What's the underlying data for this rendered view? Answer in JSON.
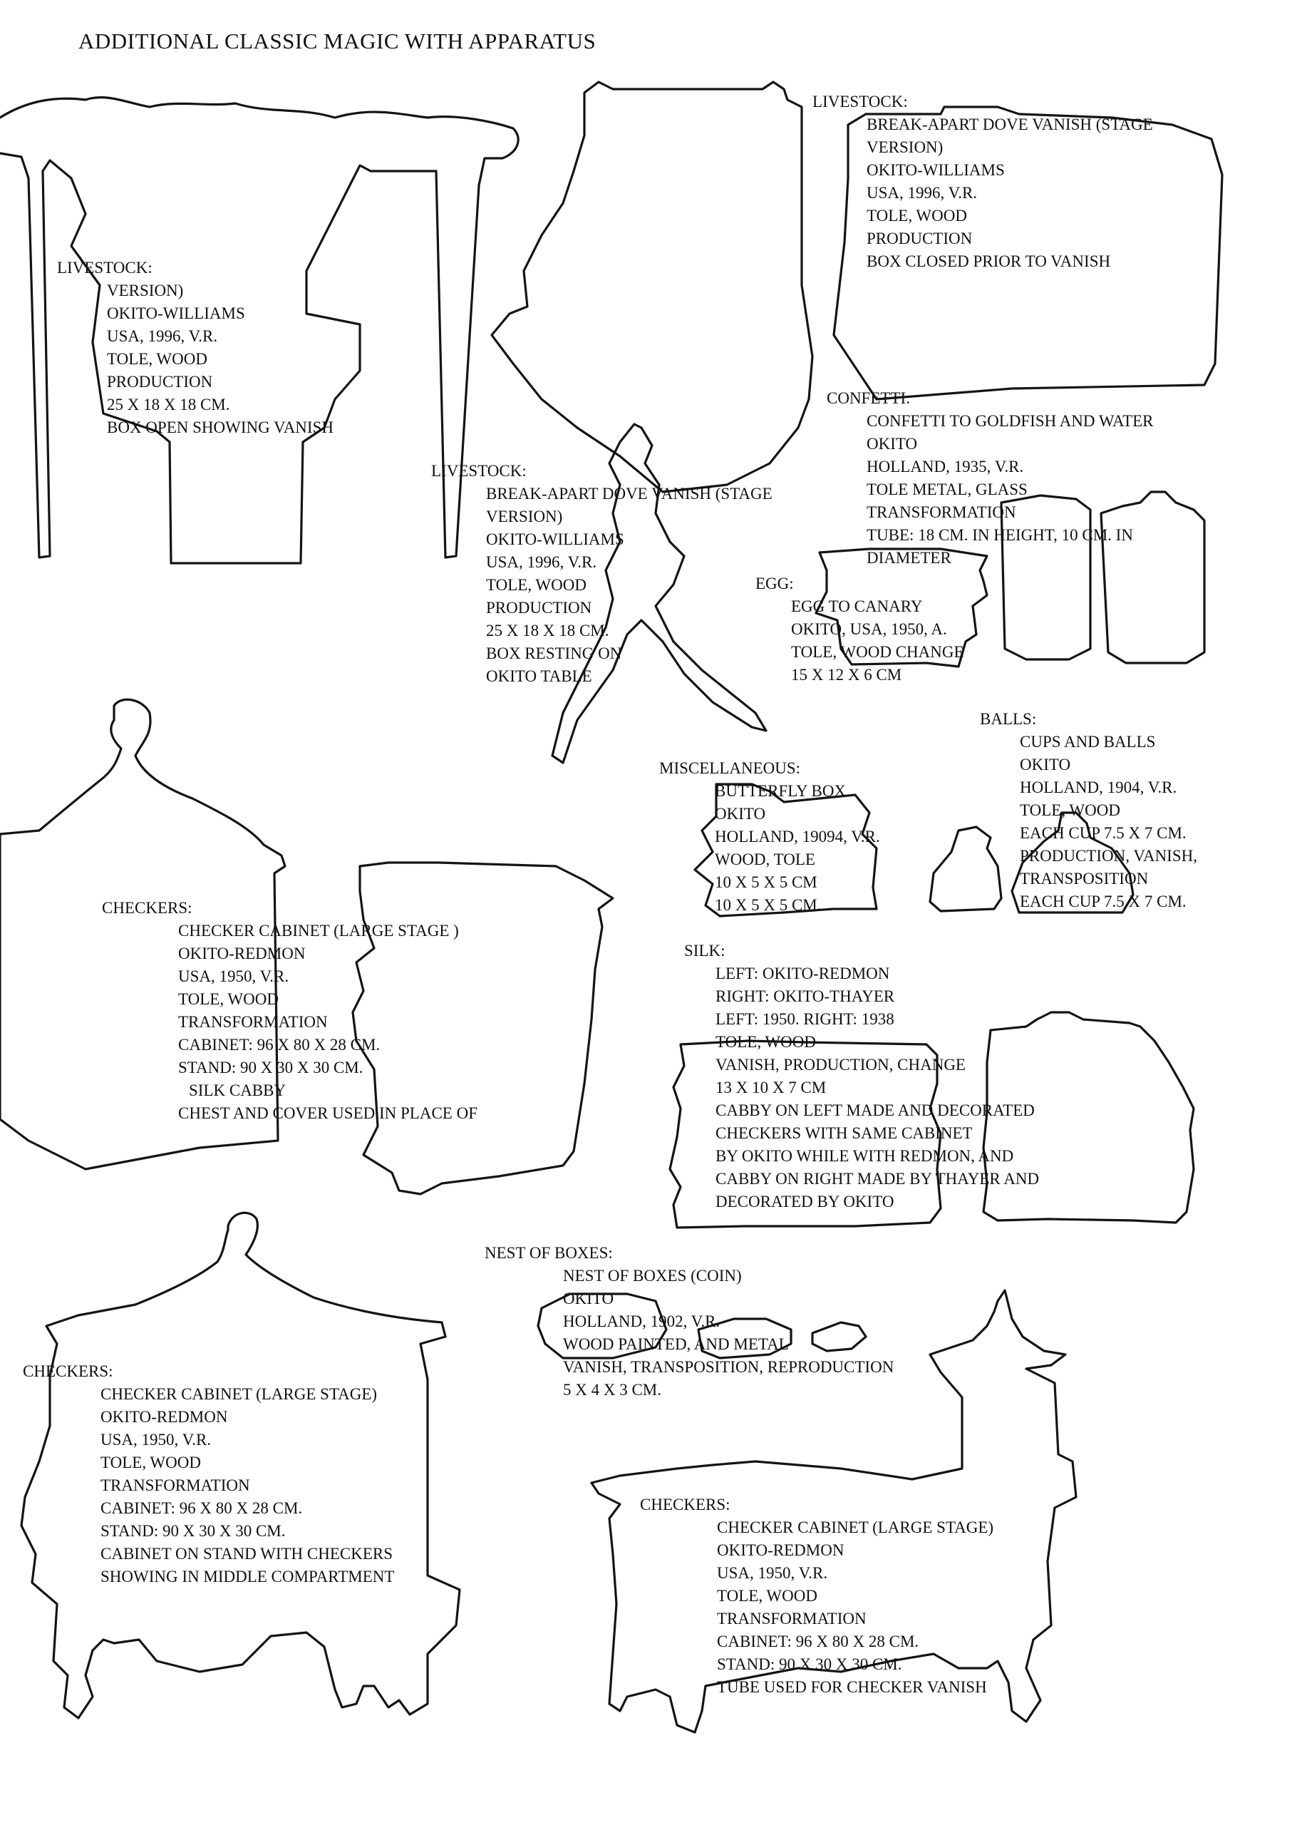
{
  "page": {
    "title": "ADDITIONAL CLASSIC MAGIC WITH APPARATUS"
  },
  "entries": [
    {
      "category": "LIVESTOCK:",
      "lines": [
        "BREAK-APART DOVE VANISH (STAGE",
        "VERSION)",
        "OKITO-WILLIAMS",
        "USA, 1996, V.R.",
        "TOLE, WOOD",
        "PRODUCTION",
        "BOX CLOSED PRIOR TO VANISH"
      ]
    },
    {
      "category": "LIVESTOCK:",
      "lines": [
        "VERSION)",
        "OKITO-WILLIAMS",
        "USA, 1996, V.R.",
        "TOLE, WOOD",
        "PRODUCTION",
        "25 X 18 X 18 CM.",
        "BOX OPEN SHOWING VANISH"
      ]
    },
    {
      "category": "LIVESTOCK:",
      "lines": [
        "BREAK-APART DOVE VANISH (STAGE",
        "VERSION)",
        "OKITO-WILLIAMS",
        "USA, 1996, V.R.",
        "TOLE, WOOD",
        "PRODUCTION",
        "25 X 18 X 18 CM.",
        "BOX RESTING ON",
        "OKITO TABLE"
      ]
    },
    {
      "category": "CONFETTI:",
      "lines": [
        "CONFETTI TO GOLDFISH AND WATER",
        "OKITO",
        "HOLLAND, 1935, V.R.",
        "TOLE METAL, GLASS",
        "TRANSFORMATION",
        "TUBE: 18 CM. IN HEIGHT, 10 CM. IN",
        "DIAMETER"
      ]
    },
    {
      "category": "EGG:",
      "lines": [
        "EGG TO CANARY",
        "OKITO, USA, 1950, A.",
        "TOLE, WOOD CHANGE",
        "15 X 12 X 6 CM"
      ]
    },
    {
      "category": "BALLS:",
      "lines": [
        "CUPS AND BALLS",
        "OKITO",
        "HOLLAND, 1904, V.R.",
        "TOLE, WOOD",
        "EACH CUP 7.5 X 7 CM.",
        "PRODUCTION, VANISH,",
        "TRANSPOSITION",
        "EACH CUP 7.5 X 7 CM."
      ]
    },
    {
      "category": "MISCELLANEOUS:",
      "lines": [
        "BUTTERFLY BOX",
        "OKITO",
        "HOLLAND, 19094, V.R.",
        "WOOD, TOLE",
        "10 X 5 X 5 CM",
        "10 X 5 X 5 CM."
      ]
    },
    {
      "category": "CHECKERS:",
      "lines": [
        "CHECKER CABINET (LARGE STAGE )",
        "OKITO-REDMON",
        "USA, 1950, V.R.",
        "TOLE, WOOD",
        "TRANSFORMATION",
        "CABINET: 96 X 80 X 28 CM.",
        "STAND: 90 X 30 X 30 CM.",
        "SILK CABBY",
        "CHEST AND COVER USED IN PLACE OF"
      ]
    },
    {
      "category": "SILK:",
      "lines": [
        "LEFT: OKITO-REDMON",
        "RIGHT:   OKITO-THAYER",
        "LEFT: 1950.  RIGHT: 1938",
        "TOLE, WOOD",
        "VANISH, PRODUCTION, CHANGE",
        "13 X 10 X 7 CM",
        "CABBY ON LEFT MADE AND DECORATED",
        "CHECKERS WITH SAME CABINET",
        "BY OKITO WHILE  WITH REDMON, AND",
        "CABBY ON  RIGHT MADE BY THAYER AND",
        "DECORATED BY OKITO"
      ]
    },
    {
      "category": "NEST OF BOXES:",
      "lines": [
        "NEST OF BOXES (COIN)",
        "OKITO",
        "HOLLAND, 1902, V.R.",
        "WOOD PAINTED, AND METAL",
        "VANISH, TRANSPOSITION, REPRODUCTION",
        "5 X 4 X 3 CM."
      ]
    },
    {
      "category": "CHECKERS:",
      "lines": [
        "CHECKER CABINET (LARGE STAGE)",
        "OKITO-REDMON",
        "USA, 1950, V.R.",
        "TOLE, WOOD",
        "TRANSFORMATION",
        "CABINET: 96 X 80 X 28 CM.",
        "STAND: 90 X 30 X 30 CM.",
        "CABINET ON STAND WITH CHECKERS",
        "SHOWING IN MIDDLE COMPARTMENT"
      ]
    },
    {
      "category": "CHECKERS:",
      "lines": [
        "CHECKER CABINET (LARGE STAGE)",
        "OKITO-REDMON",
        "USA, 1950, V.R.",
        "TOLE, WOOD",
        "TRANSFORMATION",
        "CABINET: 96 X 80 X 28 CM.",
        "STAND: 90 X 30 X 30 CM.",
        "TUBE USED FOR CHECKER  VANISH"
      ]
    }
  ]
}
